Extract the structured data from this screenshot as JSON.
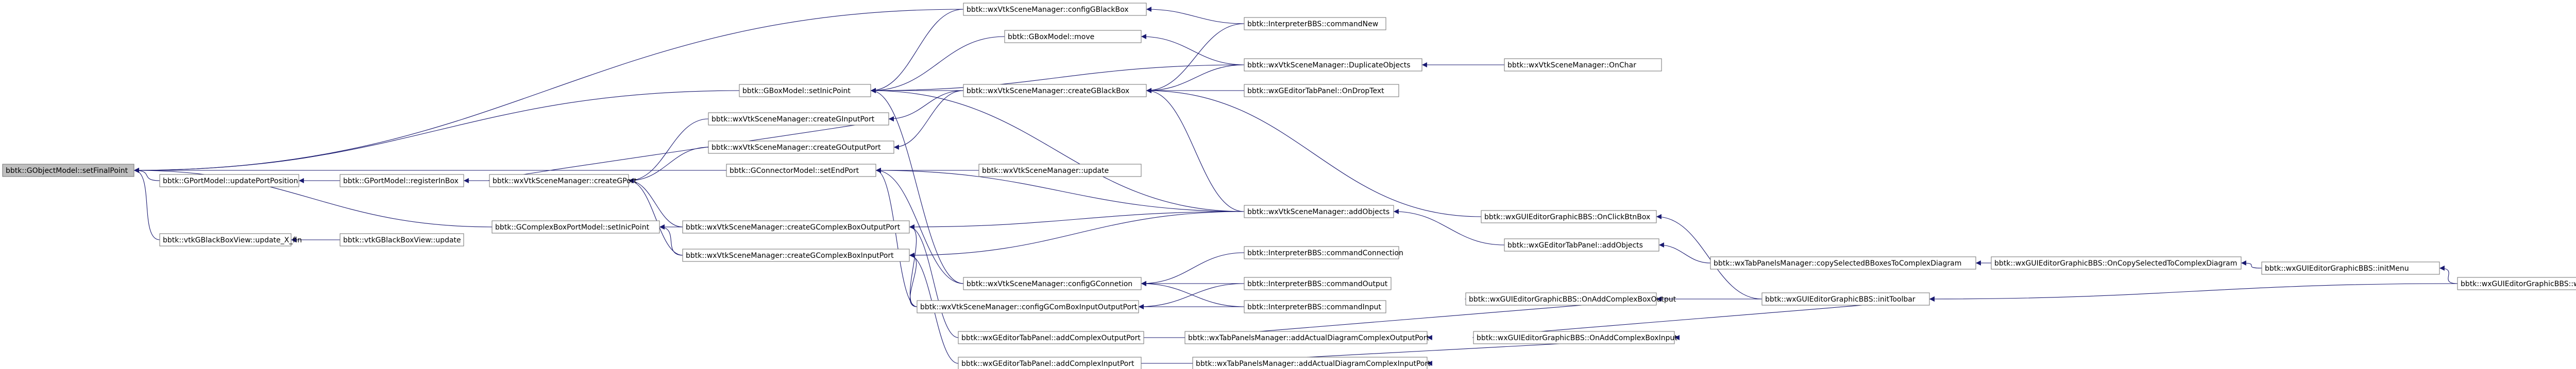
{
  "graph": {
    "nodes": [
      {
        "id": "n0",
        "label": "bbtk::GObjectModel::setFinalPoint",
        "root": true
      },
      {
        "id": "n1",
        "label": "bbtk::wxVtkSceneManager::configGBlackBox"
      },
      {
        "id": "n2",
        "label": "bbtk::InterpreterBBS::commandNew"
      },
      {
        "id": "n3",
        "label": "bbtk::GBoxModel::move"
      },
      {
        "id": "n4",
        "label": "bbtk::wxVtkSceneManager::DuplicateObjects"
      },
      {
        "id": "n5",
        "label": "bbtk::wxVtkSceneManager::OnChar"
      },
      {
        "id": "n6",
        "label": "bbtk::GBoxModel::setInicPoint"
      },
      {
        "id": "n7",
        "label": "bbtk::wxVtkSceneManager::createGBlackBox"
      },
      {
        "id": "n8",
        "label": "bbtk::wxGEditorTabPanel::OnDropText"
      },
      {
        "id": "n9",
        "label": "bbtk::wxVtkSceneManager::createGInputPort"
      },
      {
        "id": "n10",
        "label": "bbtk::GPortModel::updatePortPosition"
      },
      {
        "id": "n11",
        "label": "bbtk::GPortModel::registerInBox"
      },
      {
        "id": "n12",
        "label": "bbtk::wxVtkSceneManager::createGPort"
      },
      {
        "id": "n13",
        "label": "bbtk::wxVtkSceneManager::createGOutputPort"
      },
      {
        "id": "n14",
        "label": "bbtk::GConnectorModel::setEndPort"
      },
      {
        "id": "n15",
        "label": "bbtk::wxVtkSceneManager::update"
      },
      {
        "id": "n16",
        "label": "bbtk::wxVtkSceneManager::addObjects"
      },
      {
        "id": "n17",
        "label": "bbtk::wxGUIEditorGraphicBBS::OnClickBtnBox"
      },
      {
        "id": "n18",
        "label": "bbtk::GComplexBoxPortModel::setInicPoint"
      },
      {
        "id": "n19",
        "label": "bbtk::wxVtkSceneManager::createGComplexBoxOutputPort"
      },
      {
        "id": "n20",
        "label": "bbtk::wxGEditorTabPanel::addObjects"
      },
      {
        "id": "n21",
        "label": "bbtk::vtkGBlackBoxView::update_X_fin"
      },
      {
        "id": "n22",
        "label": "bbtk::vtkGBlackBoxView::update"
      },
      {
        "id": "n23",
        "label": "bbtk::wxVtkSceneManager::createGComplexBoxInputPort"
      },
      {
        "id": "n24",
        "label": "bbtk::InterpreterBBS::commandConnection"
      },
      {
        "id": "n25",
        "label": "bbtk::wxTabPanelsManager::copySelectedBBoxesToComplexDiagram"
      },
      {
        "id": "n26",
        "label": "bbtk::wxGUIEditorGraphicBBS::OnCopySelectedToComplexDiagram"
      },
      {
        "id": "n27",
        "label": "bbtk::wxGUIEditorGraphicBBS::initMenu"
      },
      {
        "id": "n28",
        "label": "bbtk::wxGUIEditorGraphicBBS::wxGUIEditorGraphicBBS"
      },
      {
        "id": "n29",
        "label": "bbtk::wxVtkSceneManager::configGConnetion"
      },
      {
        "id": "n30",
        "label": "bbtk::InterpreterBBS::commandOutput"
      },
      {
        "id": "n31",
        "label": "bbtk::wxVtkSceneManager::configGComBoxInputOutputPort"
      },
      {
        "id": "n32",
        "label": "bbtk::InterpreterBBS::commandInput"
      },
      {
        "id": "n33",
        "label": "bbtk::wxGUIEditorGraphicBBS::OnAddComplexBoxOutput"
      },
      {
        "id": "n34",
        "label": "bbtk::wxGUIEditorGraphicBBS::initToolbar"
      },
      {
        "id": "n35",
        "label": "bbtk::wxGEditorTabPanel::addComplexOutputPort"
      },
      {
        "id": "n36",
        "label": "bbtk::wxTabPanelsManager::addActualDiagramComplexOutputPort"
      },
      {
        "id": "n37",
        "label": "bbtk::wxGUIEditorGraphicBBS::OnAddComplexBoxInput"
      },
      {
        "id": "n38",
        "label": "bbtk::wxGEditorTabPanel::addComplexInputPort"
      },
      {
        "id": "n39",
        "label": "bbtk::wxTabPanelsManager::addActualDiagramComplexInputPort"
      }
    ],
    "edges": [
      [
        "n1",
        "n0"
      ],
      [
        "n6",
        "n0"
      ],
      [
        "n10",
        "n0"
      ],
      [
        "n14",
        "n0"
      ],
      [
        "n18",
        "n0"
      ],
      [
        "n21",
        "n0"
      ],
      [
        "n2",
        "n1"
      ],
      [
        "n1",
        "n6"
      ],
      [
        "n3",
        "n6"
      ],
      [
        "n7",
        "n6"
      ],
      [
        "n29",
        "n6"
      ],
      [
        "n16",
        "n6"
      ],
      [
        "n4",
        "n6"
      ],
      [
        "n4",
        "n3"
      ],
      [
        "n5",
        "n4"
      ],
      [
        "n2",
        "n7"
      ],
      [
        "n4",
        "n7"
      ],
      [
        "n8",
        "n7"
      ],
      [
        "n16",
        "n7"
      ],
      [
        "n17",
        "n7"
      ],
      [
        "n7",
        "n9"
      ],
      [
        "n12",
        "n9"
      ],
      [
        "n11",
        "n10"
      ],
      [
        "n12",
        "n11"
      ],
      [
        "n9",
        "n12"
      ],
      [
        "n13",
        "n12"
      ],
      [
        "n19",
        "n12"
      ],
      [
        "n23",
        "n12"
      ],
      [
        "n7",
        "n13"
      ],
      [
        "n15",
        "n14"
      ],
      [
        "n16",
        "n14"
      ],
      [
        "n29",
        "n14"
      ],
      [
        "n31",
        "n14"
      ],
      [
        "n20",
        "n16"
      ],
      [
        "n25",
        "n20"
      ],
      [
        "n26",
        "n25"
      ],
      [
        "n27",
        "n26"
      ],
      [
        "n28",
        "n27"
      ],
      [
        "n34",
        "n17"
      ],
      [
        "n28",
        "n34"
      ],
      [
        "n19",
        "n18"
      ],
      [
        "n23",
        "n18"
      ],
      [
        "n16",
        "n19"
      ],
      [
        "n31",
        "n19"
      ],
      [
        "n35",
        "n19"
      ],
      [
        "n22",
        "n21"
      ],
      [
        "n16",
        "n23"
      ],
      [
        "n31",
        "n23"
      ],
      [
        "n38",
        "n23"
      ],
      [
        "n24",
        "n29"
      ],
      [
        "n30",
        "n29"
      ],
      [
        "n32",
        "n29"
      ],
      [
        "n30",
        "n31"
      ],
      [
        "n32",
        "n31"
      ],
      [
        "n33",
        "n34"
      ],
      [
        "n36",
        "n33"
      ],
      [
        "n35",
        "n36"
      ],
      [
        "n37",
        "n34"
      ],
      [
        "n39",
        "n37"
      ],
      [
        "n38",
        "n39"
      ]
    ]
  }
}
